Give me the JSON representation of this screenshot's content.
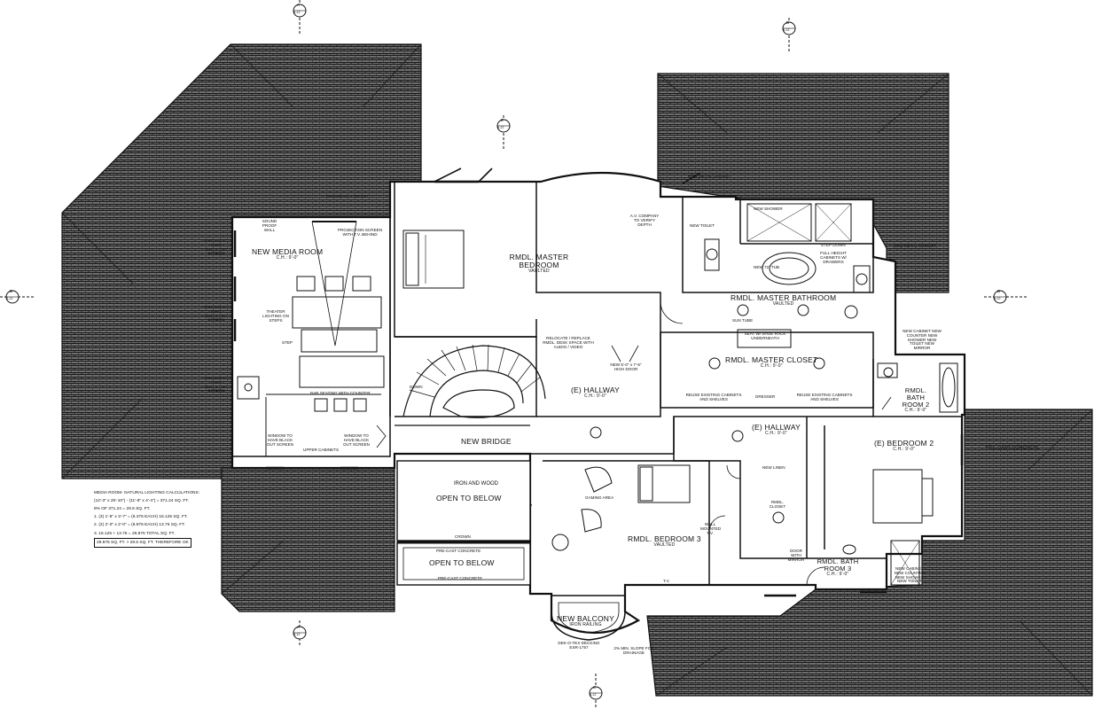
{
  "rooms": {
    "media_room": {
      "name": "NEW MEDIA ROOM",
      "ch": "C.H.: 9'-0\""
    },
    "master_bedroom": {
      "name": "RMDL. MASTER BEDROOM",
      "sub": "VAULTED"
    },
    "master_bath": {
      "name": "RMDL. MASTER BATHROOM",
      "sub": "VAULTED"
    },
    "master_closet": {
      "name": "RMDL. MASTER CLOSET",
      "ch": "C.H.: 9'-0\""
    },
    "hallway_1": {
      "name": "(E) HALLWAY",
      "ch": "C.H.: 9'-0\""
    },
    "hallway_2": {
      "name": "(E) HALLWAY",
      "ch": "C.H.: 9'-0\""
    },
    "bedroom_2": {
      "name": "(E) BEDROOM 2",
      "ch": "C.H.: 9'-0\""
    },
    "bath_2": {
      "name": "RMDL. BATH ROOM 2",
      "ch": "C.H.: 9'-0\""
    },
    "bedroom_3": {
      "name": "RMDL. BEDROOM 3",
      "sub": "VAULTED"
    },
    "bath_3": {
      "name": "RMDL. BATH ROOM 3",
      "ch": "C.H.: 9'-0\""
    },
    "new_bridge": {
      "name": "NEW BRIDGE"
    },
    "open_below_1": {
      "name": "OPEN TO BELOW"
    },
    "open_below_2": {
      "name": "OPEN TO BELOW"
    },
    "new_balcony": {
      "name": "NEW BALCONY",
      "sub": "IRON RAILING"
    }
  },
  "notes": {
    "iron_wood": "IRON AND WOOD",
    "precast_right": "PRE-CAST CONCRETE",
    "precast_bottom": "PRE-CAST CONCRETE",
    "precast_balcony": "PRE-CAST CONCRETE",
    "crown": "CROWN",
    "gaming_area": "GAMING AREA",
    "sound_proof_wall": "SOUND PROOF WALL",
    "projection_screen": "PROJECTION SCREEN WITH T.V. BEHIND",
    "theater_lighting": "THEATER LIGHTING ON STEPS",
    "bar_seating": "BAR SEATING WITH COUNTER",
    "upper_cabinets": "UPPER CABINETS",
    "window_blackout_1": "WINDOW TO HAVE BLACK OUT SCREEN",
    "window_blackout_2": "WINDOW TO HAVE BLACK OUT SCREEN",
    "window_blackout_3": "WINDOW TO HAVE BLACK OUT SCREEN",
    "window_blackout_4": "WINDOW TO HAVE BLACK OUT SCREEN",
    "window_blackout_5": "WINDOW TO HAVE BLACK OUT SCREEN",
    "new_metal_cricket_1": "NEW METAL CRICKET",
    "new_metal_cricket_2": "NEW METAL CRICKET",
    "new_metal_cricket_3": "NEW METAL CRICKET",
    "av_company": "A.V. COMPANY TO VERIFY DEPTH",
    "new_shower": "NEW SHOWER",
    "new_toilet": "NEW TOILET",
    "new_tub": "NEW 72\" TUB",
    "step_down": "STEP DOWN",
    "full_height_cabinets": "FULL HEIGHT CABINETS W/ DRAWERS",
    "sun_tube": "SUN TUBE",
    "relocate_replace": "RELOCATE / REPLACE RMDL. DESK SPACE WITH AUDIO / VIDEO",
    "new_door": "NEW 5'-0\" x 7'-6\" HIGH DOOR",
    "reuse_cabinets_1": "REUSE EXISTING CABINETS AND SHELVES",
    "reuse_cabinets_2": "REUSE EXISTING CABINETS AND SHELVES",
    "dresser": "DRESSER",
    "seat_shoe_rack": "SEAT W/ SHOE RACK UNDERNEATH",
    "new_cabinet_list": "NEW CABINET NEW COUNTER NEW SHOWER NEW TOILET NEW MIRROR",
    "new_cabinet_list_2": "NEW CABINET NEW COUNTER NEW SHOWER NEW TOILET",
    "new_linen": "NEW LINEN",
    "rmdl_closet": "RMDL. CLOSET",
    "door_with_mirror": "DOOR WITH MIRROR",
    "wall_mounted_tv": "WALL MOUNTED T.V.",
    "tv": "T.V.",
    "deck_o_tex": "DEK-O-TEX DECKING ESR-1757",
    "min_slope": "2% MIN. SLOPE FOR DRAINAGE",
    "down": "DOWN",
    "step": "STEP"
  },
  "markers": [
    {
      "letter": "A",
      "sheet": "A-12"
    },
    {
      "letter": "D",
      "sheet": "A-12"
    },
    {
      "letter": "E",
      "sheet": "A-12"
    },
    {
      "letter": "B",
      "sheet": "A-12"
    },
    {
      "letter": "B",
      "sheet": "A-12"
    },
    {
      "letter": "A",
      "sheet": "A-12"
    },
    {
      "letter": "C",
      "sheet": "A-12"
    }
  ],
  "calculations": {
    "title": "MEDIA ROOM- NATURAL LIGHTING CALCULATIONS:",
    "area": "(12'-3\" x 25'-10\") - (11'-8\" x 4'-4\") = 371.24 SQ. FT.",
    "pct": "8% OF 371.24 = 29.6 SQ. FT.",
    "w1": "1. (3) 1'-6\" x 3'-7\" = (5.375 EACH) 16.125 SQ. FT.",
    "w2": "2. (2) 2'-0\" x 2'-0\" = (6.875 EACH) 13.75 SQ. FT.",
    "total": "3. 16.125 + 13.75 = 29.875 TOTAL SQ. FT.",
    "result": "29.875 SQ. FT. > 29.6 SQ. FT.  THEREFORE OK"
  }
}
